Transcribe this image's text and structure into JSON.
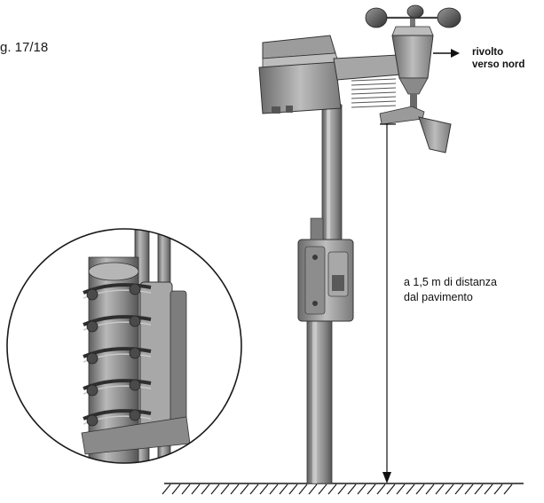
{
  "figure": {
    "label": "g. 17/18"
  },
  "annotations": {
    "north": {
      "line1": "rivolto",
      "line2": "verso nord"
    },
    "height": {
      "line1": "a 1,5 m di distanza",
      "line2": "dal pavimento"
    }
  },
  "colors": {
    "ink": "#1a1a1a",
    "metal_dark": "#6e6e6e",
    "metal_mid": "#9a9a9a",
    "metal_light": "#cfcfcf",
    "background": "#ffffff"
  },
  "icons": {
    "north_arrow": "arrow-right-icon",
    "height_arrow": "arrow-down-icon",
    "ground": "hatched-ground-icon"
  }
}
